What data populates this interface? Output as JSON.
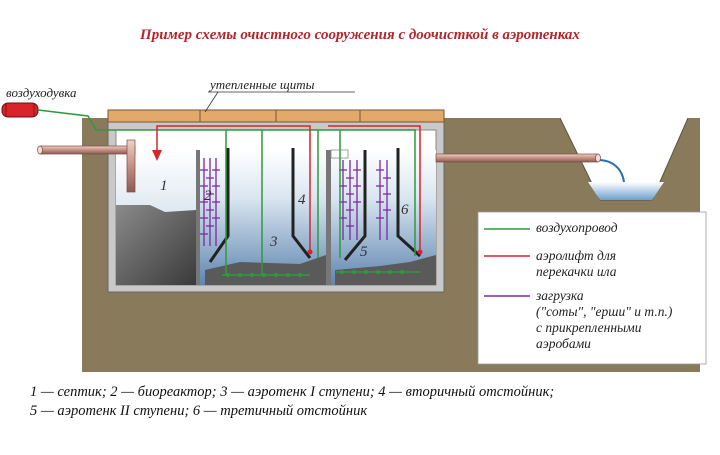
{
  "title": "Пример схемы очистного сооружения с доочисткой в аэротенках",
  "labels": {
    "blower": "воздуходувка",
    "insulated_panels": "утепленные щиты",
    "zone_1": "1",
    "zone_2": "2",
    "zone_3": "3",
    "zone_4": "4",
    "zone_5": "5",
    "zone_6": "6"
  },
  "legend": {
    "air_duct": "воздухопровод",
    "airlift_line1": "аэролифт для",
    "airlift_line2": "перекачки ила",
    "media_line1": "загрузка",
    "media_line2": "(\"соты\", \"ерши\" и т.п.)",
    "media_line3": "с прикрепленными",
    "media_line4": "аэробами"
  },
  "caption": {
    "line1": "1 — септик; 2 — биореактор; 3 — аэротенк I ступени; 4 — вторичный отстойник;",
    "line2": "5 — аэротенк II ступени; 6 — третичный отстойник"
  },
  "colors": {
    "title": "#b3262b",
    "soil": "#8a7a5c",
    "air_line": "#2e9a3a",
    "airlift_line": "#d8242a",
    "media": "#7a2aa0",
    "panels": "#e2a96a",
    "water": "#7fa6c8"
  }
}
